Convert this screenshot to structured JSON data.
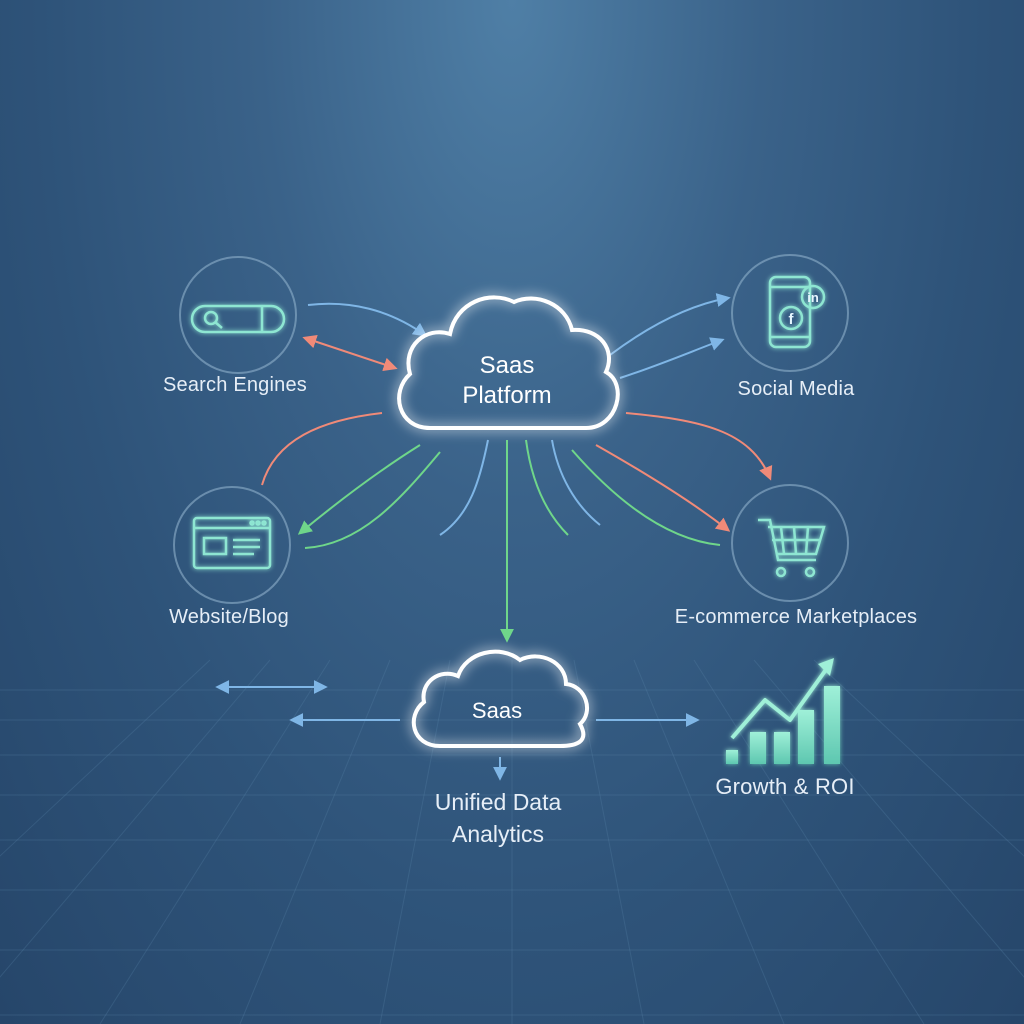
{
  "hub": {
    "line1": "Saas",
    "line2": "Platform"
  },
  "nodes": {
    "search": {
      "label": "Search Engines",
      "icon": "search-bar-icon"
    },
    "social": {
      "label": "Social Media",
      "icon": "smartphone-social-icon",
      "badge_top": "in",
      "badge_bottom": "f"
    },
    "website": {
      "label": "Website/Blog",
      "icon": "browser-window-icon"
    },
    "ecommerce": {
      "label": "E-commerce Marketplaces",
      "icon": "shopping-cart-icon"
    }
  },
  "secondary_cloud": {
    "label": "Saas"
  },
  "analytics": {
    "line1": "Unified Data",
    "line2": "Analytics"
  },
  "growth": {
    "label": "Growth & ROI",
    "icon": "growth-chart-icon"
  },
  "colors": {
    "background": "#2e5379",
    "glow": "#cfe6ff",
    "green": "#6fd68a",
    "blue": "#7fb6e6",
    "coral": "#f08a78",
    "teal": "#7fe0c8",
    "ring": "#8fb0cc"
  }
}
